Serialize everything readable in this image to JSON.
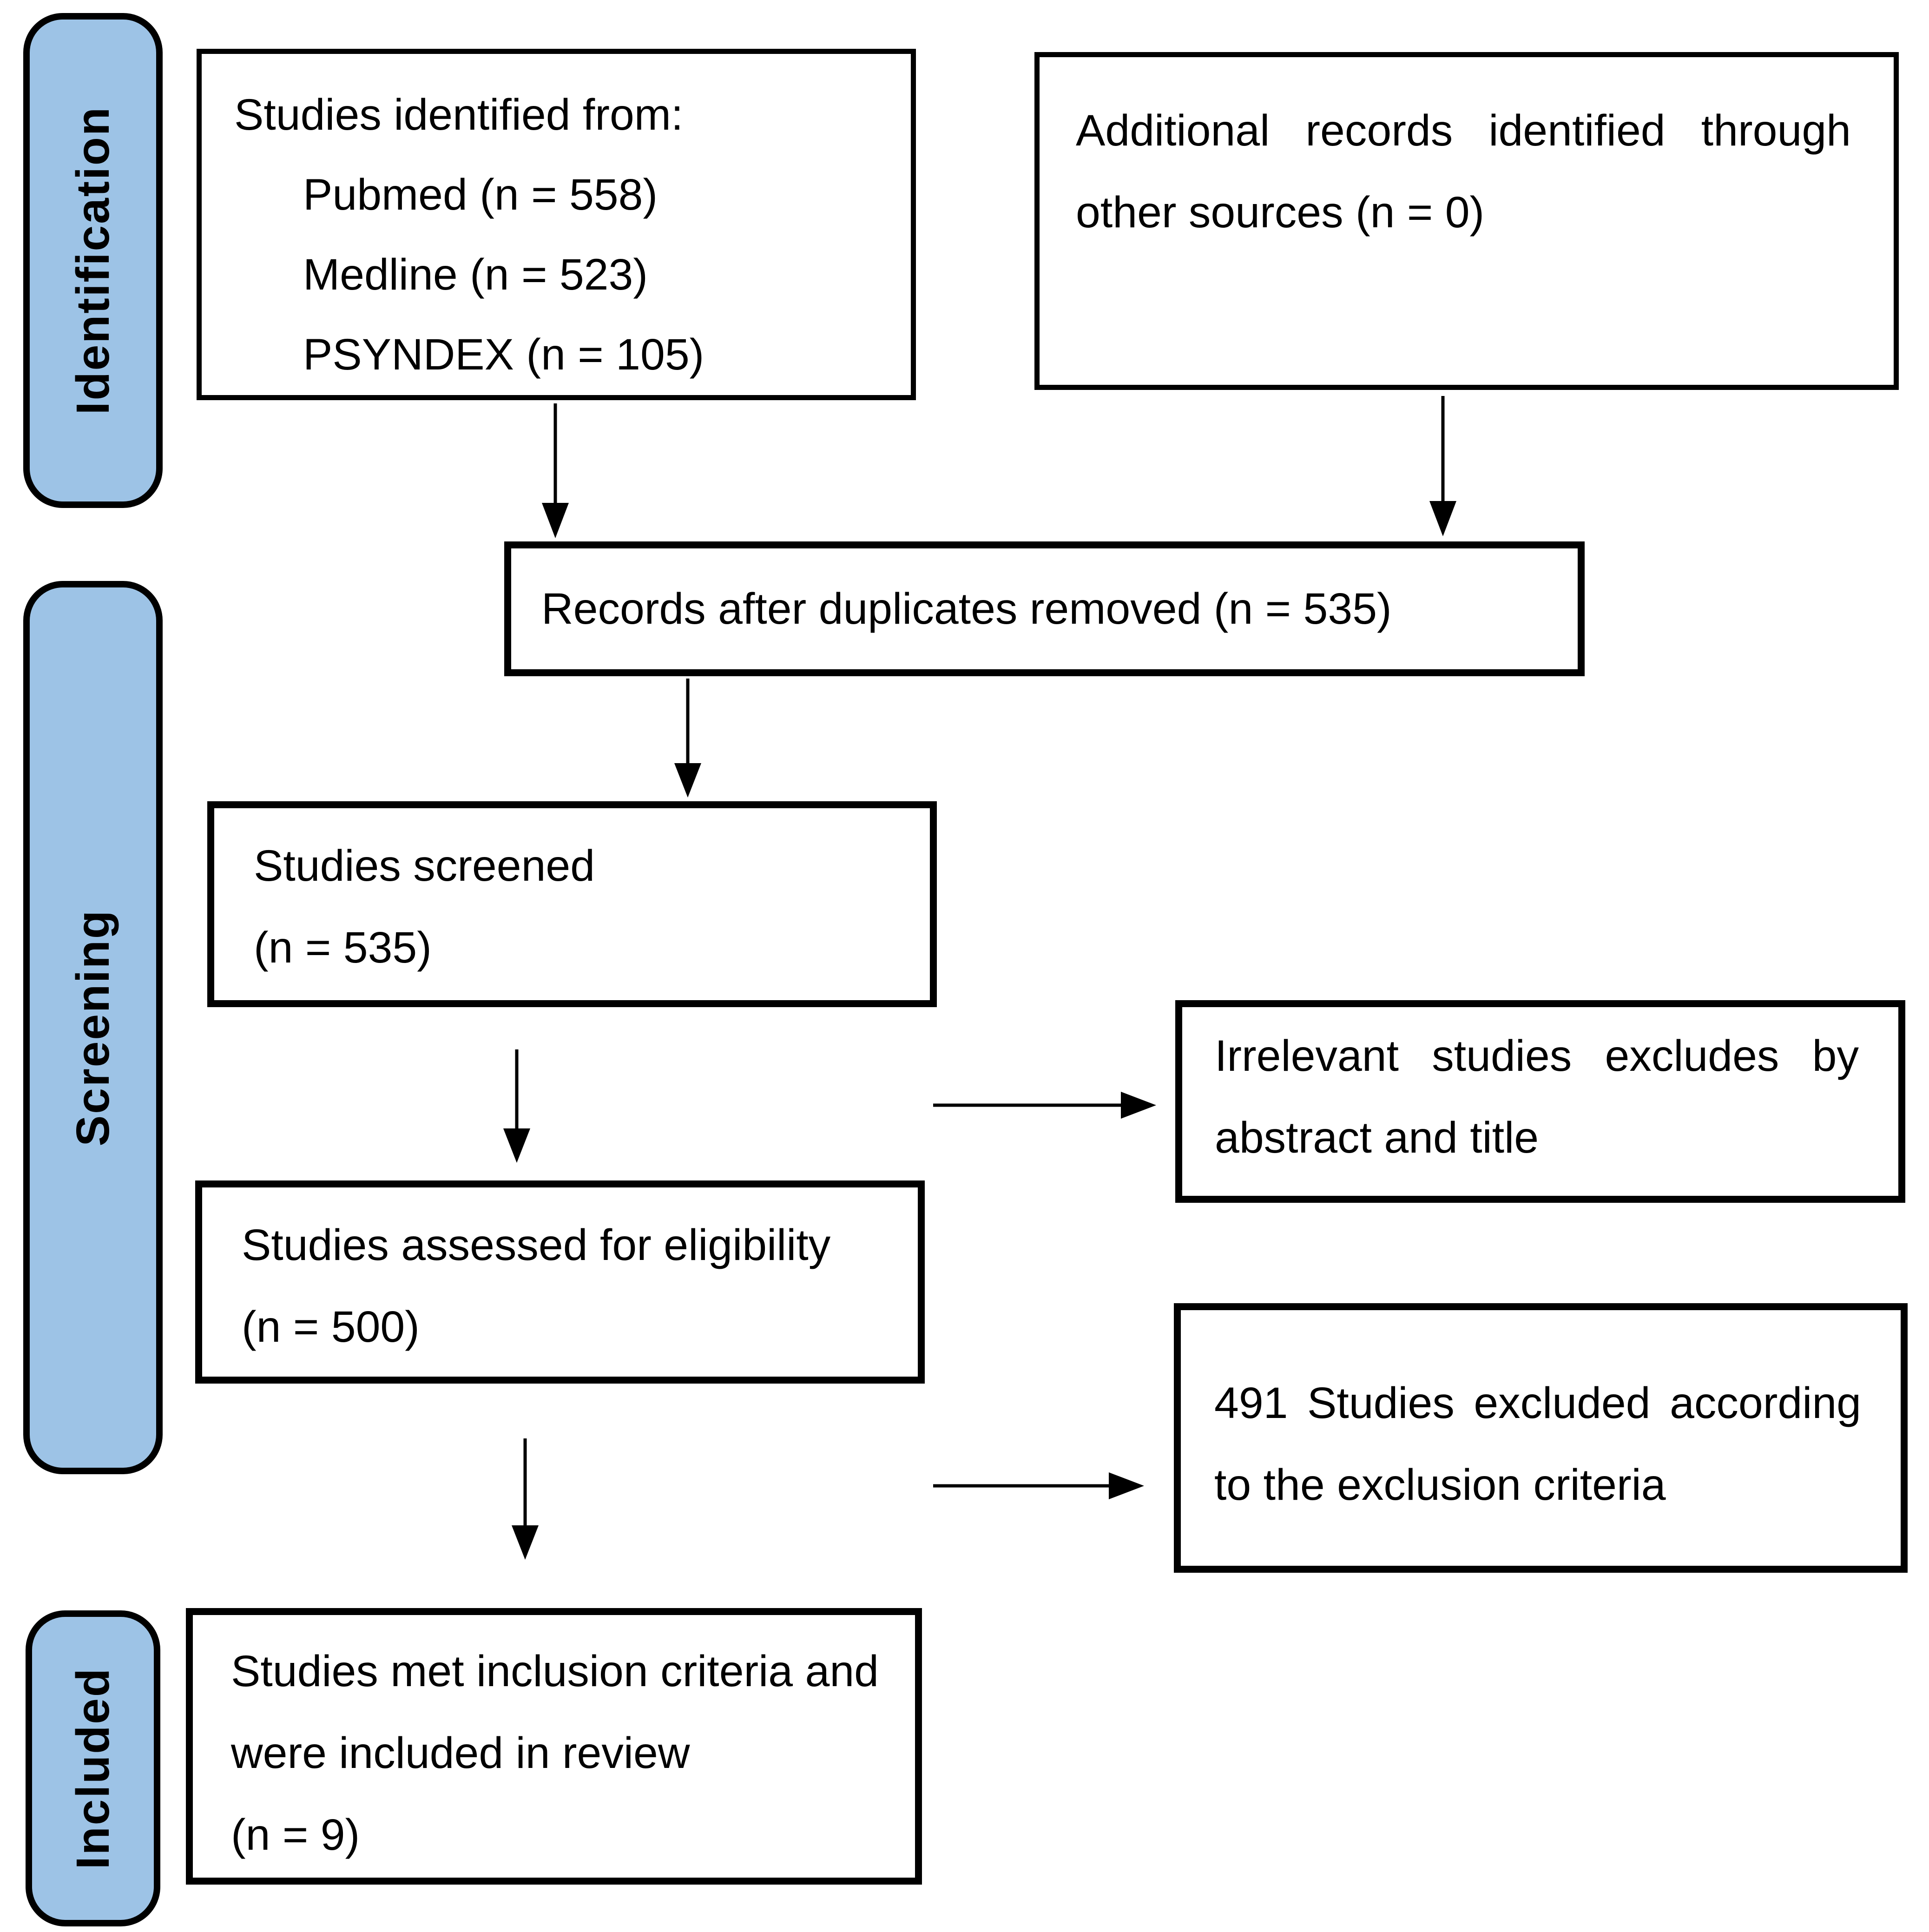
{
  "sidebar": {
    "stages": [
      {
        "label": "Identification"
      },
      {
        "label": "Screening"
      },
      {
        "label": "Included"
      }
    ]
  },
  "flow": {
    "identified": {
      "title": "Studies identified from:",
      "sources": [
        "Pubmed (n = 558)",
        "Medline (n = 523)",
        "PSYNDEX (n = 105)"
      ]
    },
    "additional_records": {
      "lines": [
        "Additional records identified through",
        "other sources (n = 0)"
      ]
    },
    "deduplicated": {
      "lines": [
        "Records after duplicates removed (n = 535)"
      ]
    },
    "screened": {
      "lines": [
        "Studies screened",
        "(n = 535)"
      ]
    },
    "irrelevant_excluded": {
      "lines": [
        "Irrelevant studies excludes by",
        "abstract and title"
      ]
    },
    "assessed": {
      "lines": [
        "Studies assessed for eligibility",
        "(n = 500)"
      ]
    },
    "excluded_criteria": {
      "lines": [
        "491 Studies excluded according",
        "to the exclusion criteria"
      ]
    },
    "included_review": {
      "lines": [
        "Studies met inclusion criteria and",
        "were included in review",
        "(n = 9)"
      ]
    }
  },
  "colors": {
    "stage_fill": "#9DC3E6",
    "ink": "#000000",
    "background": "#FFFFFF"
  }
}
